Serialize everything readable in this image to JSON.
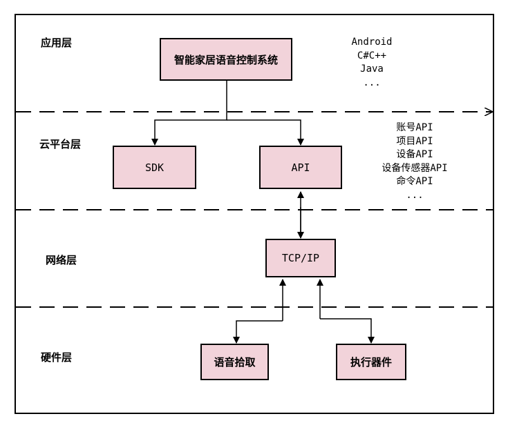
{
  "layers": {
    "application": "应用层",
    "cloud": "云平台层",
    "network": "网络层",
    "hardware": "硬件层"
  },
  "boxes": {
    "system": "智能家居语音控制系统",
    "sdk": "SDK",
    "api": "API",
    "tcpip": "TCP/IP",
    "voice_pickup": "语音拾取",
    "actuator": "执行器件"
  },
  "notes": {
    "languages": [
      "Android",
      "C#C++",
      "Java",
      "..."
    ],
    "apis": [
      "账号API",
      "项目API",
      "设备API",
      "设备传感器API",
      "命令API",
      "..."
    ]
  },
  "colors": {
    "box_fill": "#f2d3da",
    "stroke": "#000000"
  }
}
